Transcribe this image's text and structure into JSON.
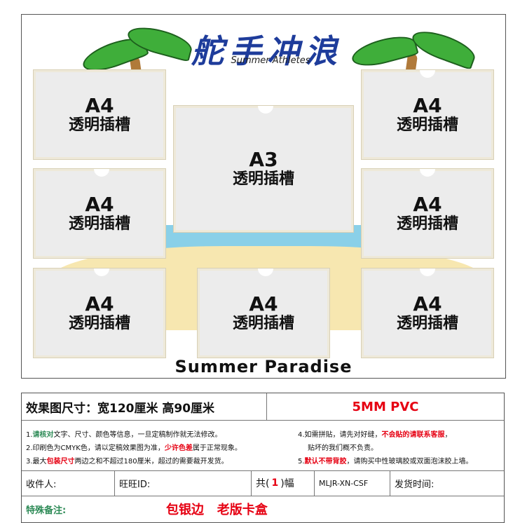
{
  "board": {
    "title": "舵手冲浪",
    "subtitle": "Summer Athletes",
    "footer_title": "Summer Paradise",
    "slots": [
      {
        "size": "A4",
        "text": "透明插槽"
      },
      {
        "size": "A3",
        "text": "透明插槽"
      },
      {
        "size": "A4",
        "text": "透明插槽"
      },
      {
        "size": "A4",
        "text": "透明插槽"
      },
      {
        "size": "A4",
        "text": "透明插槽"
      },
      {
        "size": "A4",
        "text": "透明插槽"
      },
      {
        "size": "A4",
        "text": "透明插槽"
      },
      {
        "size": "A4",
        "text": "透明插槽"
      }
    ]
  },
  "info": {
    "dims_label": "效果图尺寸：宽120厘米  高90厘米",
    "material": "5MM PVC",
    "notes": {
      "n1_pre": "1.",
      "n1_red": "请核对",
      "n1_post": "文字、尺寸、颜色等信息，一旦定稿制作就无法修改。",
      "n2_pre": "2.印刷色为CMYK色，请以定稿效果图为准，",
      "n2_red": "少许色差",
      "n2_post": "属于正常现象。",
      "n3_pre": "3.最大",
      "n3_red": "包装尺寸",
      "n3_post": "两边之和不超过180厘米，超过的需要裁开发货。",
      "n4_pre": "4.如需拼贴，请先对好缝，",
      "n4_red": "不会贴的请联系客服",
      "n4_post": "，",
      "n4_line2": "贴坏的我们概不负责。",
      "n5_pre": "5.",
      "n5_red": "默认不带背胶",
      "n5_post": "，请购买中性玻璃胶或双面泡沫胶上墙。"
    },
    "recipient_label": "收件人:",
    "wangwang_label": "旺旺ID:",
    "qty_pre": "共(",
    "qty_value": "1",
    "qty_post": ")幅",
    "code": "MLJR-XN-CSF",
    "ship_label": "发货时间:",
    "remark_label": "特殊备注:",
    "remark_value": "包银边   老版卡盒"
  }
}
